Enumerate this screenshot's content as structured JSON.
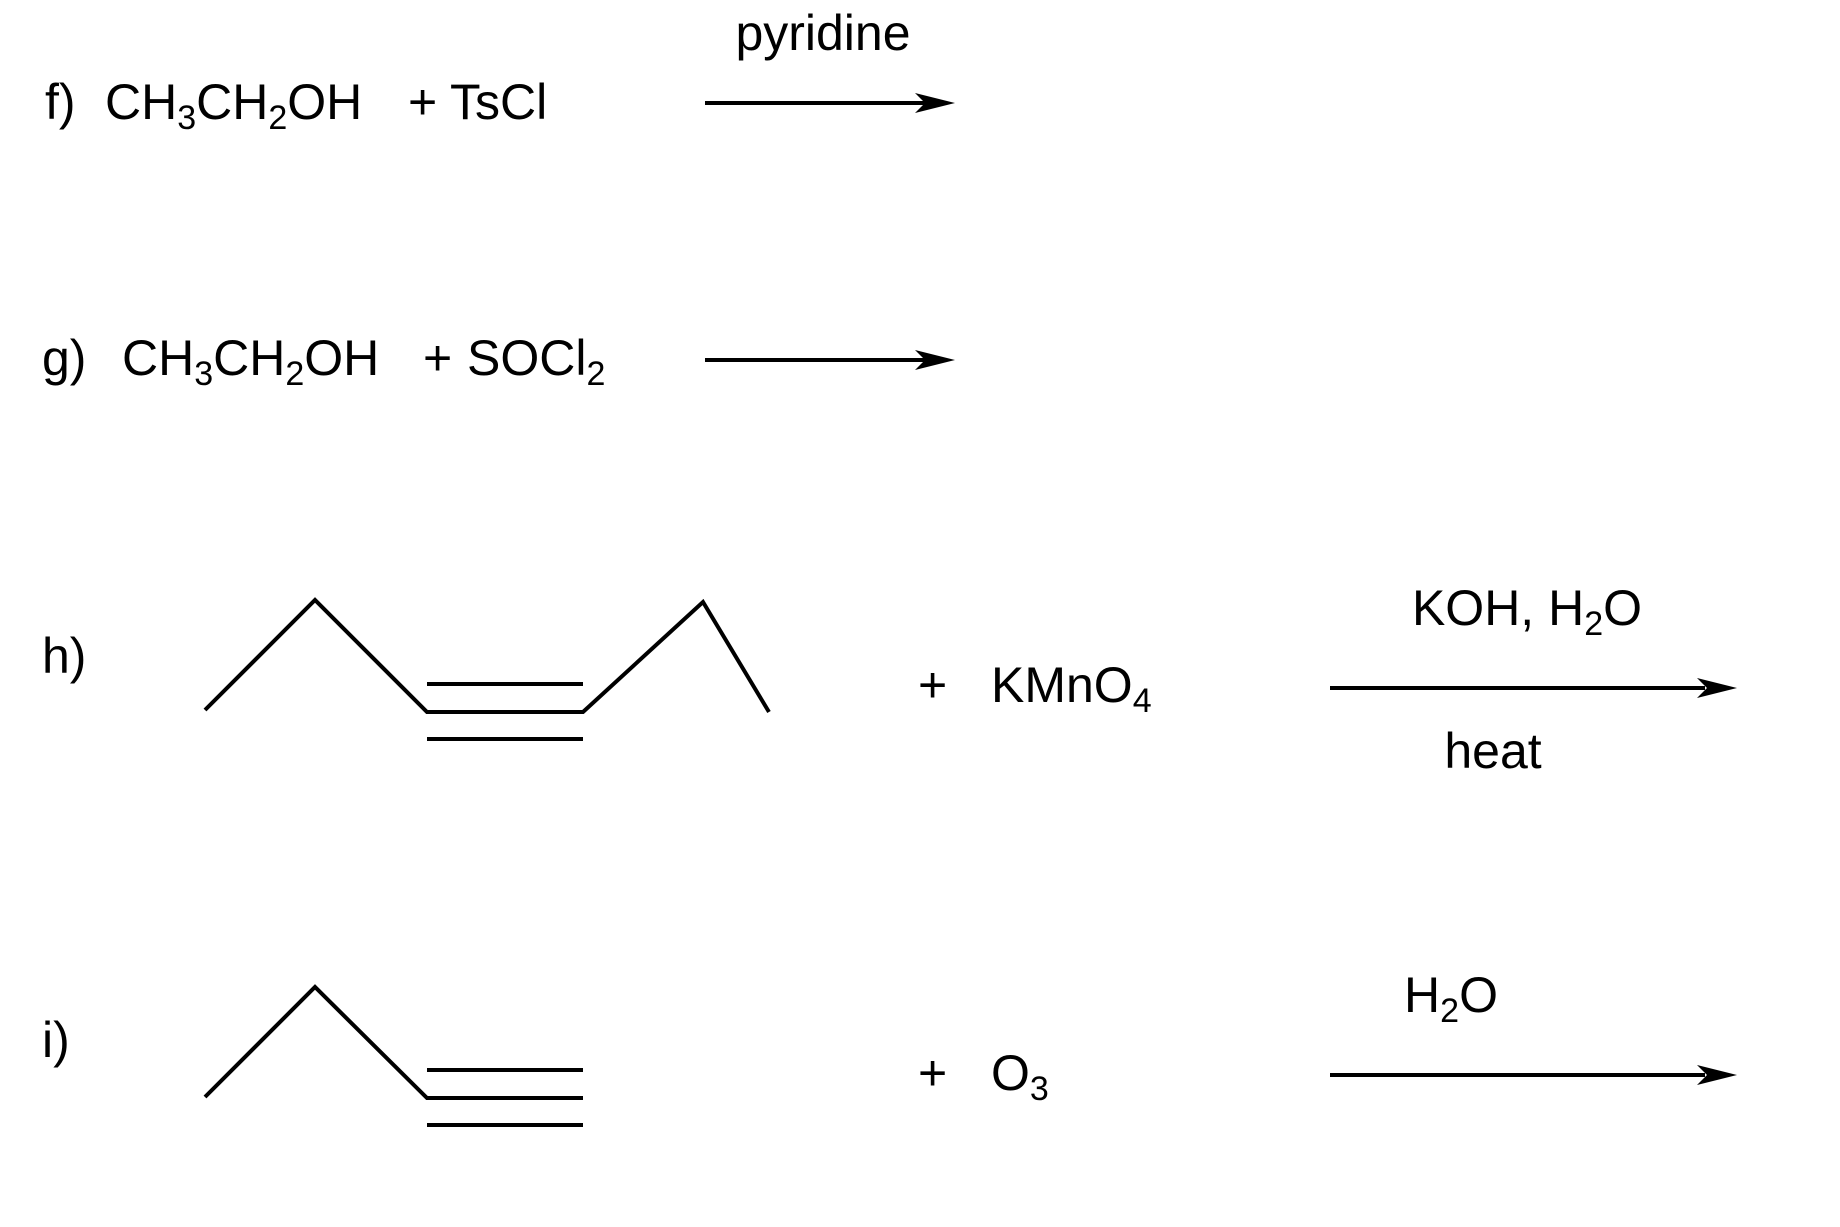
{
  "reactions": [
    {
      "id": "f",
      "label": "f)",
      "reactants": {
        "main": "CH",
        "sub1": "3",
        "mid": "CH",
        "sub2": "2",
        "end": "OH",
        "plus": "+",
        "reagent": "TsCl"
      },
      "condition_above": "pyridine"
    },
    {
      "id": "g",
      "label": "g)",
      "reactants": {
        "main": "CH",
        "sub1": "3",
        "mid": "CH",
        "sub2": "2",
        "end": "OH",
        "plus": "+",
        "reagent": "SOCl",
        "reagent_sub": "2"
      }
    },
    {
      "id": "h",
      "label": "h)",
      "structure": "hex-3-yne skeletal structure",
      "plus": "+",
      "reagent": {
        "main": "KMnO",
        "sub": "4"
      },
      "condition_above": {
        "main": "KOH, H",
        "sub": "2",
        "end": "O"
      },
      "condition_below": "heat"
    },
    {
      "id": "i",
      "label": "i)",
      "structure": "but-1-yne skeletal structure",
      "plus": "+",
      "reagent": {
        "main": "O",
        "sub": "3"
      },
      "condition_above": {
        "main": "H",
        "sub": "2",
        "end": "O"
      }
    }
  ]
}
